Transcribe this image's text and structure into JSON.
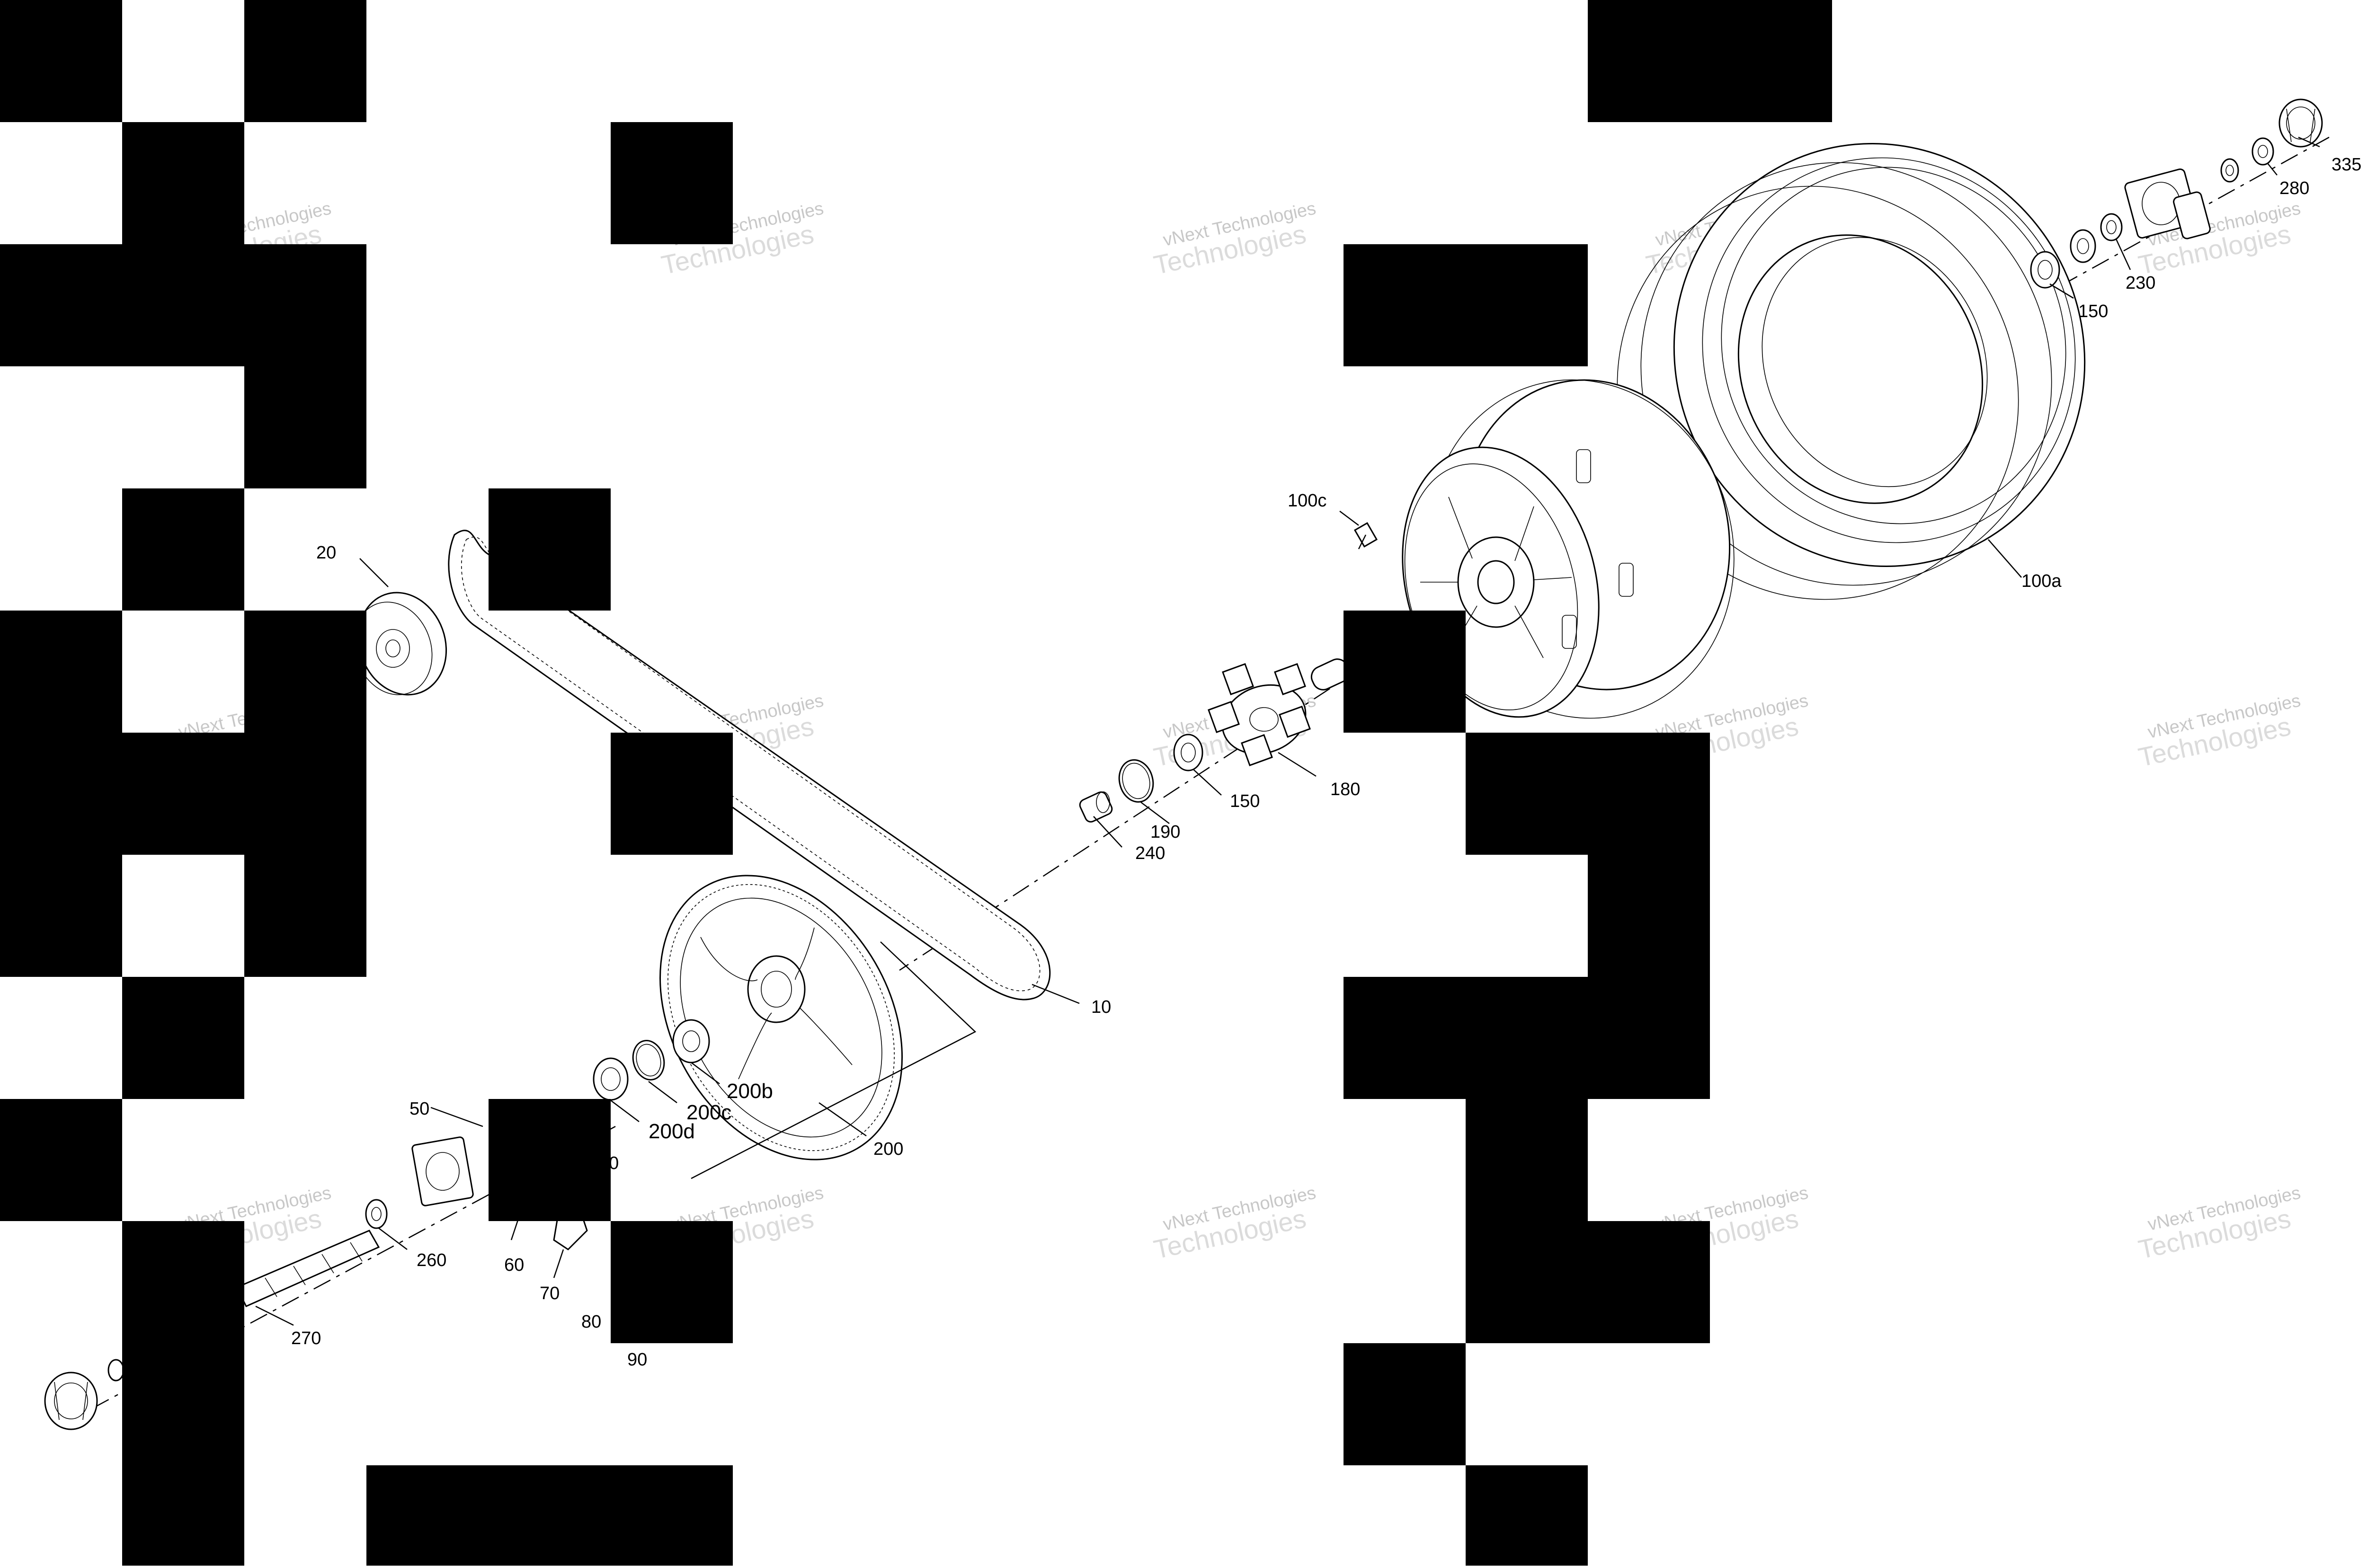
{
  "diagram": {
    "callouts": [
      {
        "id": "c-335",
        "text": "335"
      },
      {
        "id": "c-280",
        "text": "280"
      },
      {
        "id": "c-230",
        "text": "230"
      },
      {
        "id": "c-150a",
        "text": "150"
      },
      {
        "id": "c-100a",
        "text": "100a"
      },
      {
        "id": "c-100c",
        "text": "100c"
      },
      {
        "id": "c-20",
        "text": "20"
      },
      {
        "id": "c-180",
        "text": "180"
      },
      {
        "id": "c-150b",
        "text": "150"
      },
      {
        "id": "c-190",
        "text": "190"
      },
      {
        "id": "c-240",
        "text": "240"
      },
      {
        "id": "c-10",
        "text": "10"
      },
      {
        "id": "c-200b",
        "text": "200b"
      },
      {
        "id": "c-200c",
        "text": "200c"
      },
      {
        "id": "c-200d",
        "text": "200d"
      },
      {
        "id": "c-200",
        "text": "200"
      },
      {
        "id": "c-50a",
        "text": "50"
      },
      {
        "id": "c-50b",
        "text": "50"
      },
      {
        "id": "c-260",
        "text": "260"
      },
      {
        "id": "c-60",
        "text": "60"
      },
      {
        "id": "c-70",
        "text": "70"
      },
      {
        "id": "c-80",
        "text": "80"
      },
      {
        "id": "c-90",
        "text": "90"
      },
      {
        "id": "c-270",
        "text": "270"
      }
    ],
    "watermark": {
      "line1": "vNext Technologies",
      "line2": "Technologies"
    }
  },
  "colors": {
    "line": "#000000",
    "background": "#ffffff",
    "redaction": "#000000",
    "watermark": "#9a9a9a"
  }
}
